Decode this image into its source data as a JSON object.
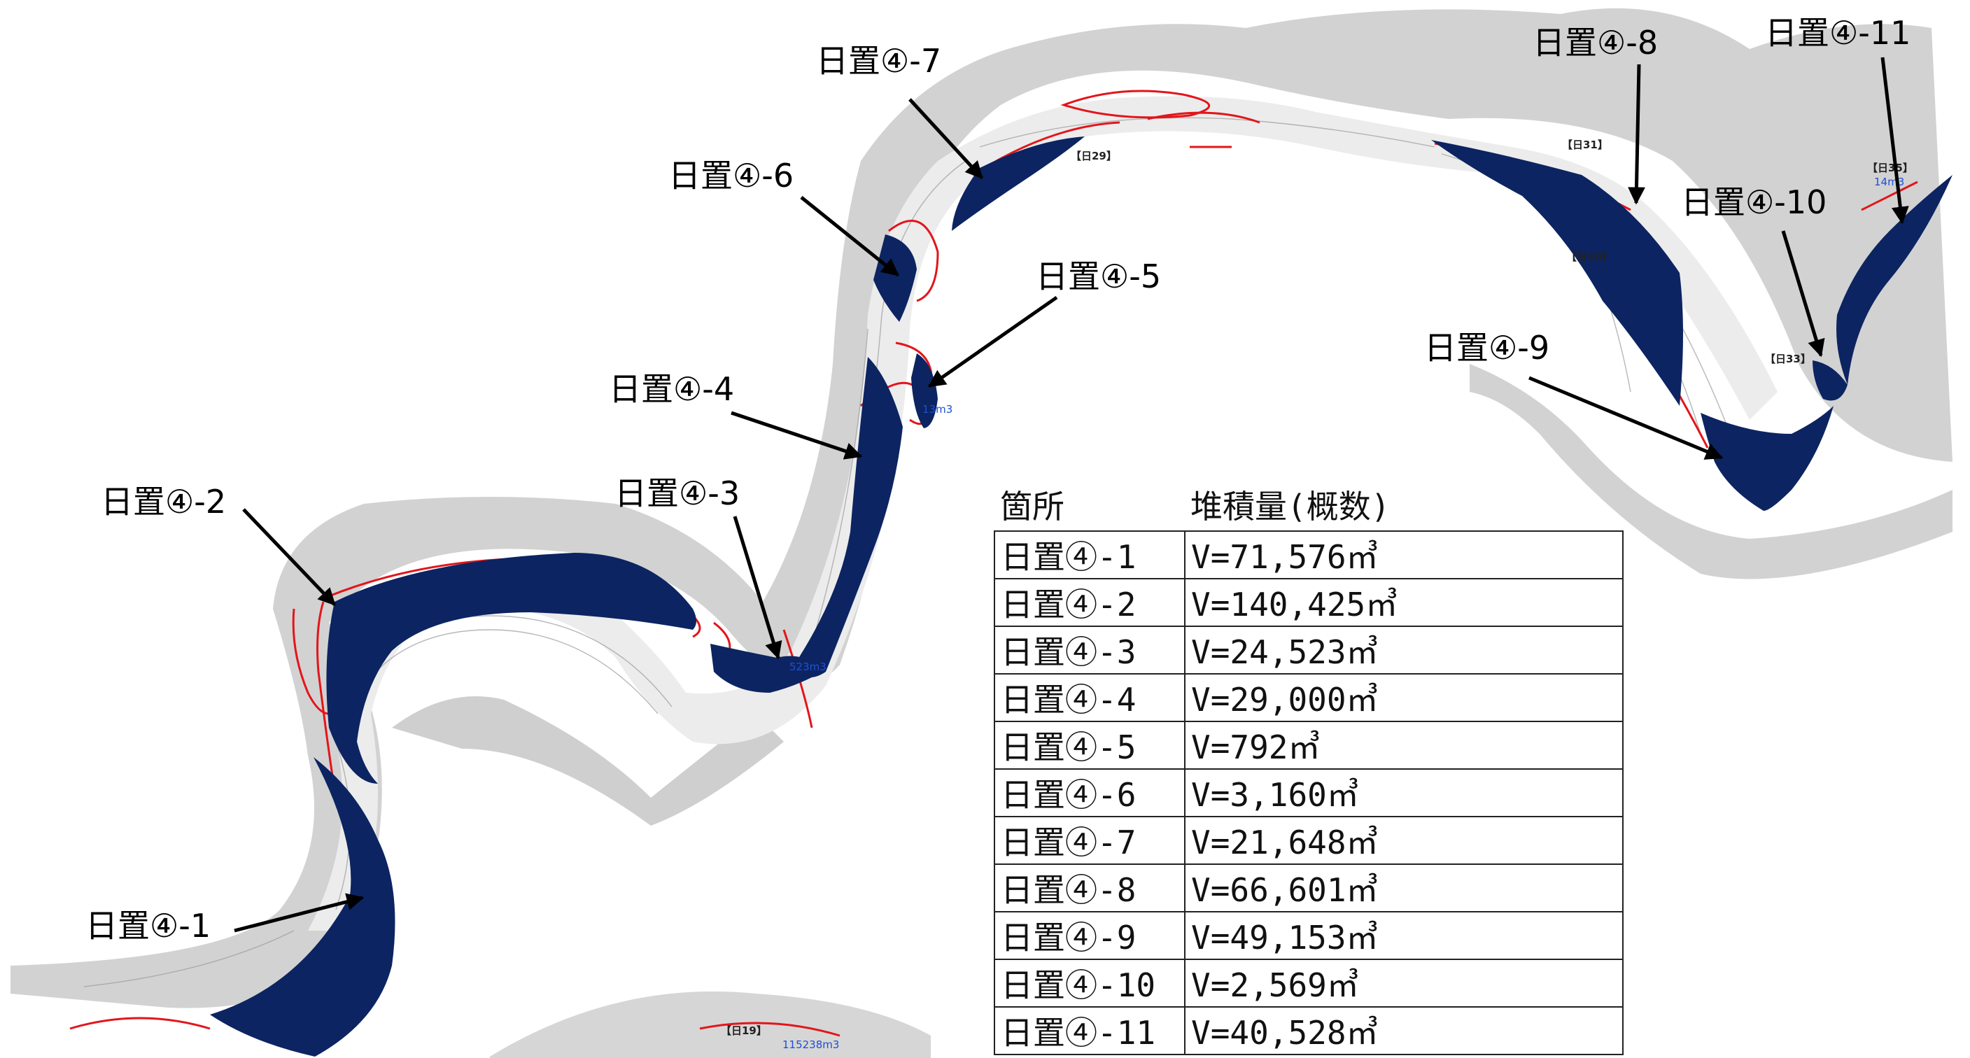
{
  "colors": {
    "deposit_fill": "#0c2461",
    "river_gray": "#d2d2d2",
    "survey_red": "#e3151b",
    "contour_line": "#9a9a9a",
    "blue_label": "#1d4fd6",
    "arrow": "#000000"
  },
  "map": {
    "callouts": [
      "日置④-1",
      "日置④-2",
      "日置④-3",
      "日置④-4",
      "日置④-5",
      "日置④-6",
      "日置④-7",
      "日置④-8",
      "日置④-9",
      "日置④-10",
      "日置④-11"
    ],
    "small_labels": [
      "【日29】",
      "【日31】",
      "【日30】",
      "【日33】",
      "【日35】",
      "【日19】",
      "523m3",
      "13m3",
      "115238m3",
      "14m3"
    ]
  },
  "table": {
    "headers": [
      "箇所",
      "堆積量(概数)"
    ],
    "rows": [
      {
        "location": "日置④-1",
        "volume": "V=71,576㎥"
      },
      {
        "location": "日置④-2",
        "volume": "V=140,425㎥"
      },
      {
        "location": "日置④-3",
        "volume": "V=24,523㎥"
      },
      {
        "location": "日置④-4",
        "volume": "V=29,000㎥"
      },
      {
        "location": "日置④-5",
        "volume": "V=792㎥"
      },
      {
        "location": "日置④-6",
        "volume": "V=3,160㎥"
      },
      {
        "location": "日置④-7",
        "volume": "V=21,648㎥"
      },
      {
        "location": "日置④-8",
        "volume": "V=66,601㎥"
      },
      {
        "location": "日置④-9",
        "volume": "V=49,153㎥"
      },
      {
        "location": "日置④-10",
        "volume": "V=2,569㎥"
      },
      {
        "location": "日置④-11",
        "volume": "V=40,528㎥"
      }
    ]
  }
}
